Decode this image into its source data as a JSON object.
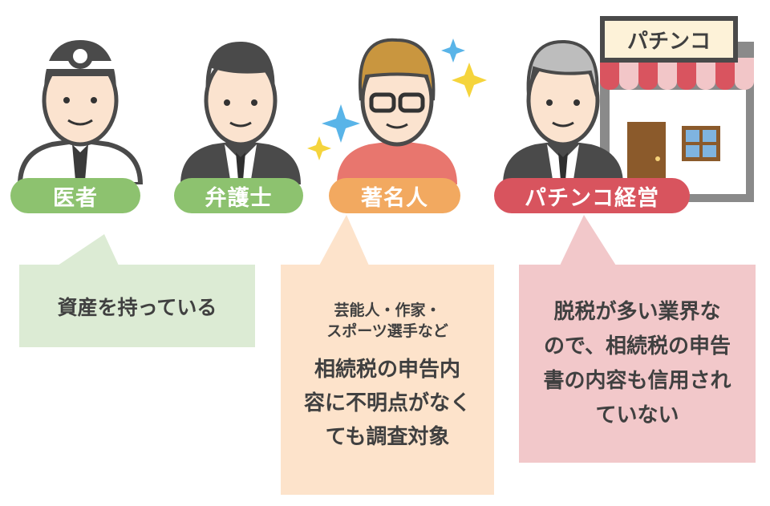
{
  "colors": {
    "green": "#8dc26f",
    "green_light": "#dcebd4",
    "orange": "#f2a960",
    "orange_light": "#fde3cb",
    "red": "#d8545e",
    "red_light": "#f2c8ca",
    "text": "#404040"
  },
  "store": {
    "sign": "パチンコ"
  },
  "people": [
    {
      "label": "医者"
    },
    {
      "label": "弁護士"
    },
    {
      "label": "著名人"
    },
    {
      "label": "パチンコ経営"
    }
  ],
  "callouts": {
    "doctor": {
      "text": "資産を持っている"
    },
    "celebrity": {
      "sub_line1": "芸能人・作家・",
      "sub_line2": "スポーツ選手など",
      "main_line1": "相続税の申告内",
      "main_line2": "容に不明点がなく",
      "main_line3": "ても調査対象"
    },
    "pachinko": {
      "line1": "脱税が多い業界な",
      "line2": "ので、相続税の申告",
      "line3": "書の内容も信用され",
      "line4": "ていない"
    }
  }
}
